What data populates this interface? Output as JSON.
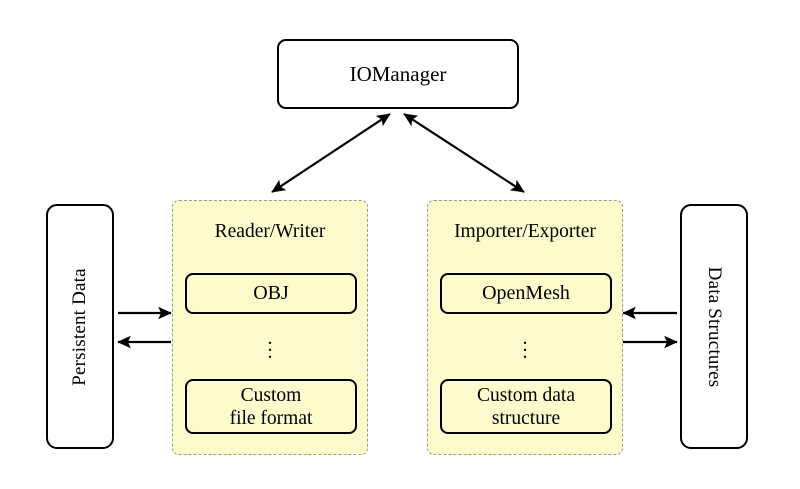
{
  "diagram": {
    "type": "architecture-block-diagram",
    "background": "#ffffff",
    "colors": {
      "group_fill": "#FCFBCC",
      "group_border": "#9a9a8e",
      "node_border": "#000000",
      "node_fill": "#ffffff",
      "arrow": "#000000"
    },
    "manager": {
      "label": "IOManager"
    },
    "left_store": {
      "label": "Persistent Data",
      "orientation": "vertical-ccw"
    },
    "right_store": {
      "label": "Data Structures",
      "orientation": "vertical-cw"
    },
    "groups": [
      {
        "id": "reader-writer",
        "title": "Reader/Writer",
        "ellipsis": "⋮",
        "items": [
          {
            "id": "obj",
            "label": "OBJ"
          },
          {
            "id": "custom-file-format",
            "label": "Custom\nfile format"
          }
        ]
      },
      {
        "id": "importer-exporter",
        "title": "Importer/Exporter",
        "ellipsis": "⋮",
        "items": [
          {
            "id": "openmesh",
            "label": "OpenMesh"
          },
          {
            "id": "custom-data-structure",
            "label": "Custom data\nstructure"
          }
        ]
      }
    ],
    "connections": [
      {
        "id": "manager-to-reader-writer",
        "from": "IOManager",
        "to": "Reader/Writer",
        "style": "double-headed-diagonal"
      },
      {
        "id": "manager-to-importer-exporter",
        "from": "IOManager",
        "to": "Importer/Exporter",
        "style": "double-headed-diagonal"
      },
      {
        "id": "persistent-to-reader",
        "from": "Persistent Data",
        "to": "Reader/Writer",
        "style": "arrow-right"
      },
      {
        "id": "reader-to-persistent",
        "from": "Reader/Writer",
        "to": "Persistent Data",
        "style": "arrow-left"
      },
      {
        "id": "structures-to-importer",
        "from": "Data Structures",
        "to": "Importer/Exporter",
        "style": "arrow-left"
      },
      {
        "id": "importer-to-structures",
        "from": "Importer/Exporter",
        "to": "Data Structures",
        "style": "arrow-right"
      }
    ]
  }
}
